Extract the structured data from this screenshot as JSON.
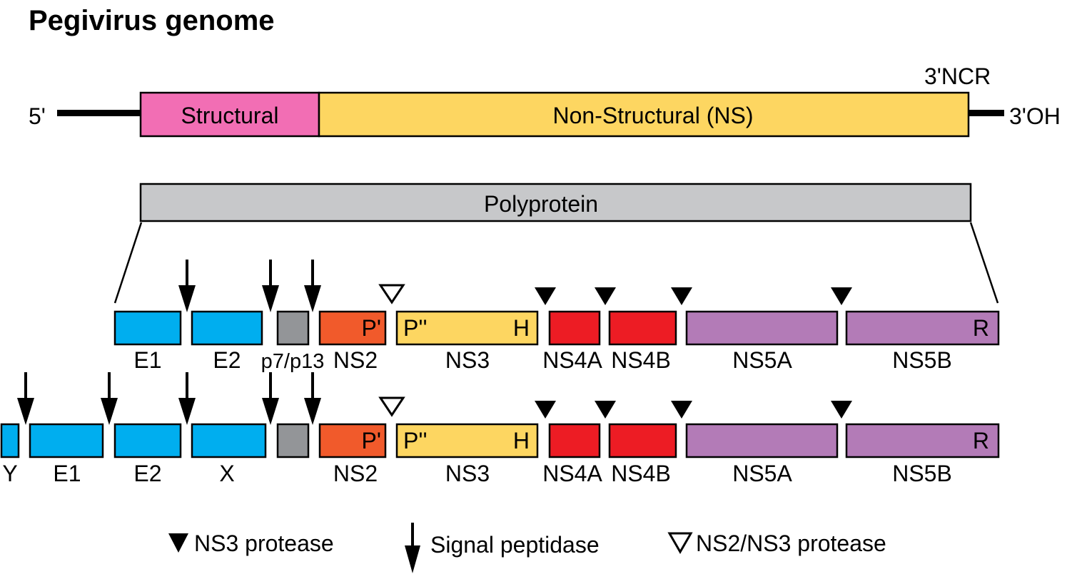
{
  "title": "Pegivirus genome",
  "colors": {
    "structural": "#f26eb4",
    "nonstructural": "#fdd661",
    "polyprotein": "#c7c8ca",
    "envelope": "#00aeef",
    "p7": "#939598",
    "ns2": "#f15a2b",
    "ns3": "#fdd661",
    "ns4": "#ed1c24",
    "ns5": "#b37bb7"
  },
  "genome": {
    "five_prime": "5'",
    "three_prime_oh": "3'OH",
    "three_prime_ncr": "3'NCR",
    "structural": "Structural",
    "nonstructural": "Non-Structural (NS)"
  },
  "polyprotein": "Polyprotein",
  "row1": {
    "labels": {
      "e1": "E1",
      "e2": "E2",
      "p7": "p7/p13",
      "ns2": "NS2",
      "ns3": "NS3",
      "ns4a": "NS4A",
      "ns4b": "NS4B",
      "ns5a": "NS5A",
      "ns5b": "NS5B"
    },
    "inner": {
      "ns2": "P'",
      "ns3_p": "P''",
      "ns3_h": "H",
      "ns5b": "R"
    }
  },
  "row2": {
    "labels": {
      "y": "Y",
      "e1": "E1",
      "e2": "E2",
      "x": "X",
      "ns2": "NS2",
      "ns3": "NS3",
      "ns4a": "NS4A",
      "ns4b": "NS4B",
      "ns5a": "NS5A",
      "ns5b": "NS5B"
    },
    "inner": {
      "ns2": "P'",
      "ns3_p": "P''",
      "ns3_h": "H",
      "ns5b": "R"
    }
  },
  "legend": {
    "ns3_protease": "NS3 protease",
    "signal_peptidase": "Signal peptidase",
    "ns2_ns3_protease": "NS2/NS3 protease"
  }
}
